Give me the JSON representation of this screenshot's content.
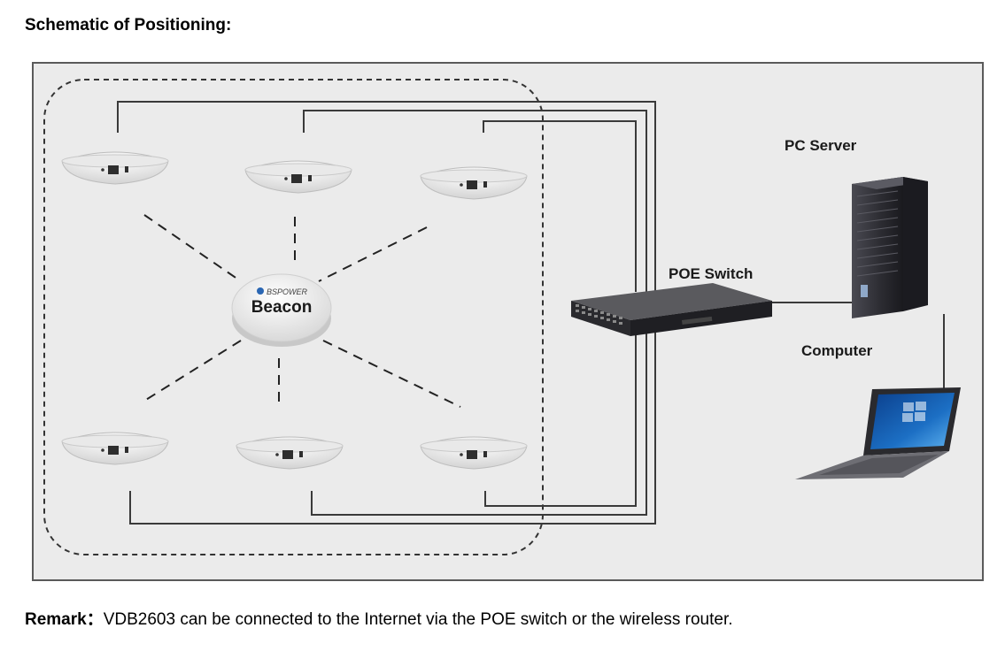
{
  "heading": "Schematic of Positioning:",
  "labels": {
    "pc_server": "PC Server",
    "poe_switch": "POE Switch",
    "computer": "Computer",
    "beacon_brand": "BSPOWER",
    "beacon": "Beacon"
  },
  "remark": {
    "label": "Remark：",
    "text": "VDB2603 can be connected to the Internet via the POE switch or the wireless router."
  },
  "colors": {
    "panel_bg": "#ebebeb",
    "panel_border": "#5a5a5a",
    "cable": "#3a3a3a",
    "device_white": "#f4f4f4",
    "server_dark": "#2e2e33",
    "screen_blue": "#1c6fc4"
  },
  "icons": [
    "gateway-icon",
    "beacon-icon",
    "poe-switch-icon",
    "pc-server-icon",
    "laptop-icon"
  ]
}
